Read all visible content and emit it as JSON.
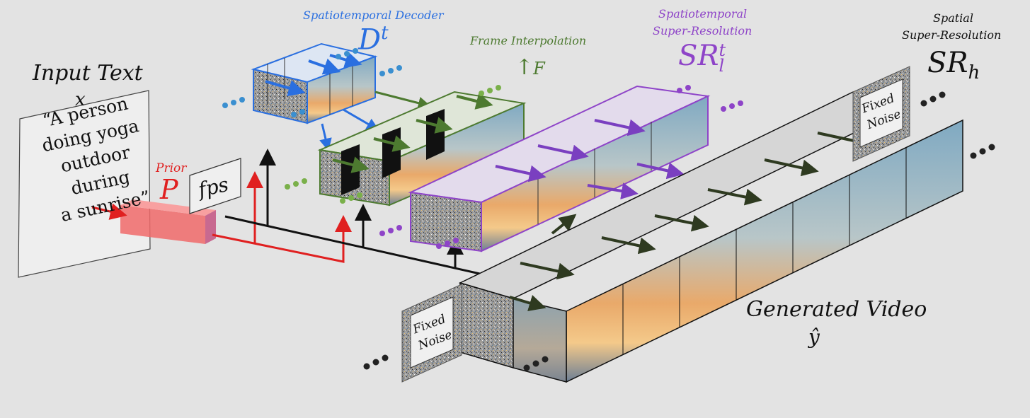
{
  "input": {
    "title": "Input Text",
    "var": "x",
    "quote_lines": [
      "“A person",
      "doing yoga",
      "outdoor during",
      "a sunrise”"
    ]
  },
  "prior": {
    "caption": "Prior",
    "symbol": "P"
  },
  "fps": {
    "label": "fps"
  },
  "decoder": {
    "caption": "Spatiotemporal Decoder",
    "symbol": "D",
    "sup": "t"
  },
  "interp": {
    "caption": "Frame Interpolation",
    "symbol": "F",
    "arrow": "↑"
  },
  "sr_low": {
    "caption_l1": "Spatiotemporal",
    "caption_l2": "Super-Resolution",
    "symbol": "SR",
    "sub": "l",
    "sup": "t"
  },
  "sr_high": {
    "caption_l1": "Spatial",
    "caption_l2": "Super-Resolution",
    "symbol": "SR",
    "sub": "h"
  },
  "noise": {
    "line1": "Fixed",
    "line2": "Noise"
  },
  "output": {
    "title": "Generated Video",
    "var": "ŷ"
  },
  "colors": {
    "background": "#e3e3e3",
    "decoder": "#2a6fe0",
    "interp": "#4d7a30",
    "sr_low": "#8e44c8",
    "prior": "#e02020",
    "black": "#111111",
    "dark_arrow": "#2e3a20",
    "violet_arrow": "#7a3fc0"
  }
}
